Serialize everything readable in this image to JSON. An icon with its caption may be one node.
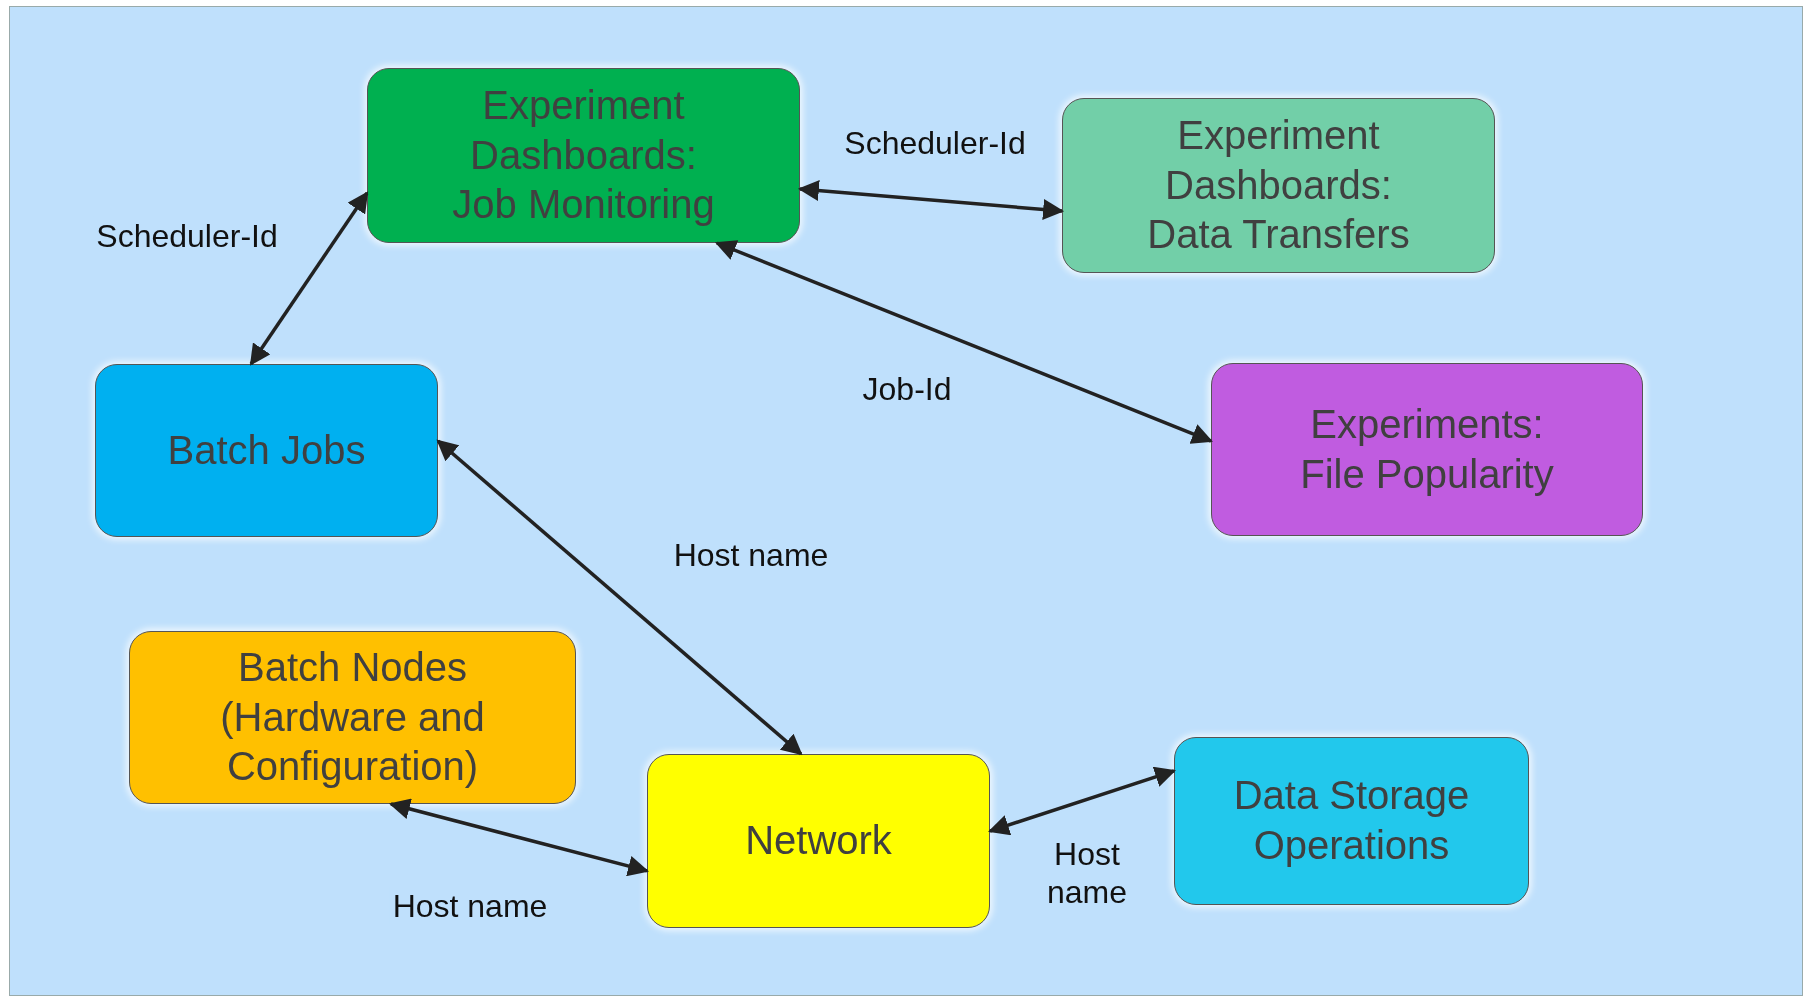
{
  "diagram": {
    "nodes": [
      {
        "text": [],
        "shape": "box"
      },
      {
        "text": [
          "Experiment Dashboards: Job Monitoring"
        ],
        "in": 0
      },
      {
        "text": [
          "Experiment Dashboards: Data Transfers"
        ],
        "in": 0
      },
      {
        "text": [
          "Batch Jobs"
        ],
        "in": 0
      },
      {
        "text": [
          "Experiments: File Popularity"
        ],
        "in": 0
      },
      {
        "text": [
          "Batch Nodes (Hardware and Configuration)"
        ],
        "in": 0
      },
      {
        "text": [
          "Network"
        ],
        "in": 0
      },
      {
        "text": [
          "Data Storage Operations"
        ],
        "in": 0
      }
    ],
    "edges": [
      {
        "from": 3,
        "to": 1,
        "arrow": "both",
        "label": "Scheduler-Id"
      },
      {
        "from": 1,
        "to": 2,
        "arrow": "both",
        "label": "Scheduler-Id"
      },
      {
        "from": 1,
        "to": 4,
        "arrow": "both",
        "label": "Job-Id"
      },
      {
        "from": 3,
        "to": 6,
        "arrow": "both",
        "label": "Host name"
      },
      {
        "from": 5,
        "to": 6,
        "arrow": "both",
        "label": "Host name"
      },
      {
        "from": 6,
        "to": 7,
        "arrow": "both",
        "label": "Host name"
      }
    ]
  }
}
